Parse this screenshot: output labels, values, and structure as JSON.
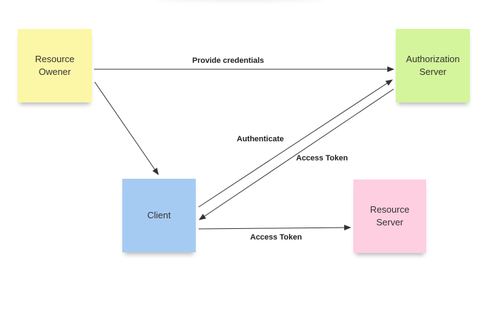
{
  "colors": {
    "resource_owner_note": "#fcf6a7",
    "authorization_server_note": "#d4f59b",
    "client_note": "#a6cbf3",
    "resource_server_note": "#fdcfe0",
    "arrow": "#333333",
    "text": "#333333"
  },
  "nodes": {
    "resource_owner": "Resource\nOwener",
    "authorization_server": "Authorization\nServer",
    "client": "Client",
    "resource_server": "Resource\nServer"
  },
  "edges": {
    "provide_credentials": "Provide credentials",
    "authenticate": "Authenticate",
    "access_token_auth_to_client": "Access Token",
    "access_token_client_to_resource": "Access Token"
  }
}
